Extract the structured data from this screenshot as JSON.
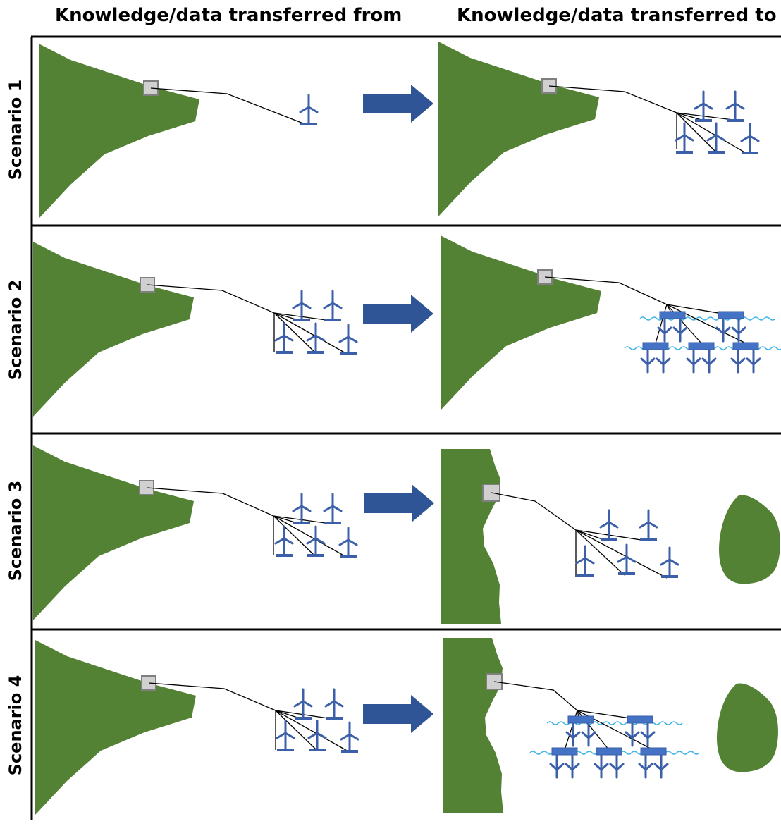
{
  "headers": {
    "from": "Knowledge/data transferred from",
    "to": "Knowledge/data transferred to"
  },
  "scenarios": [
    {
      "label": "Scenario 1",
      "to_layout": "fixed-farm",
      "from_layout": "single-turbine"
    },
    {
      "label": "Scenario 2",
      "to_layout": "floating-farm",
      "from_layout": "fixed-farm"
    },
    {
      "label": "Scenario 3",
      "to_layout": "fixed-farm-with-island",
      "from_layout": "fixed-farm"
    },
    {
      "label": "Scenario 4",
      "to_layout": "floating-farm-with-island",
      "from_layout": "fixed-farm"
    }
  ],
  "colors": {
    "land": "#548235",
    "turbine": "#3b5fa8",
    "arrow": "#2f5597",
    "substation_fill": "#d0d0d0",
    "substation_stroke": "#7f7f7f",
    "cable": "#000000",
    "wave": "#3cb4e6",
    "platform": "#4472c4"
  }
}
